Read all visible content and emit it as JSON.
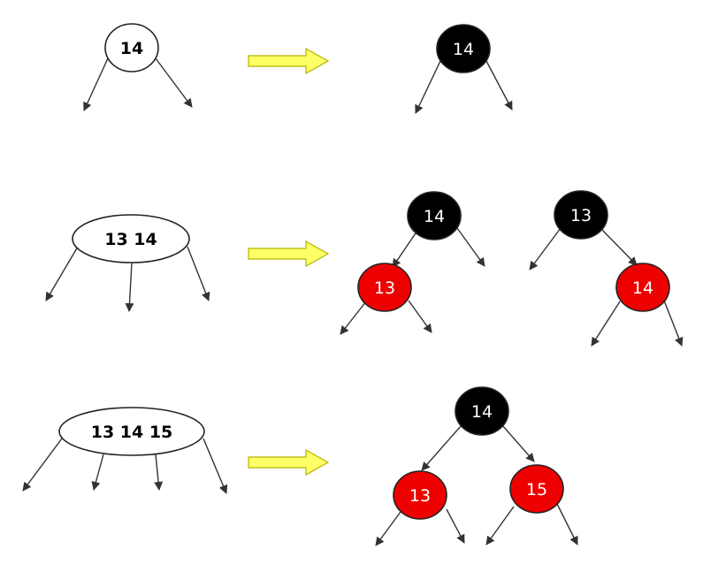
{
  "colors": {
    "black_node": "#000000",
    "red_node": "#ee0000",
    "white_node": "#ffffff",
    "arrow_fill": "#ffff66",
    "arrow_stroke": "#b3b300"
  },
  "rows": [
    {
      "b_tree_node": {
        "keys": "14"
      },
      "red_black_trees": [
        {
          "root": {
            "key": "14",
            "color": "black"
          }
        }
      ]
    },
    {
      "b_tree_node": {
        "keys": "13 14"
      },
      "red_black_trees": [
        {
          "root": {
            "key": "14",
            "color": "black"
          },
          "left": {
            "key": "13",
            "color": "red"
          }
        },
        {
          "root": {
            "key": "13",
            "color": "black"
          },
          "right": {
            "key": "14",
            "color": "red"
          }
        }
      ]
    },
    {
      "b_tree_node": {
        "keys": "13 14 15"
      },
      "red_black_trees": [
        {
          "root": {
            "key": "14",
            "color": "black"
          },
          "left": {
            "key": "13",
            "color": "red"
          },
          "right": {
            "key": "15",
            "color": "red"
          }
        }
      ]
    }
  ]
}
